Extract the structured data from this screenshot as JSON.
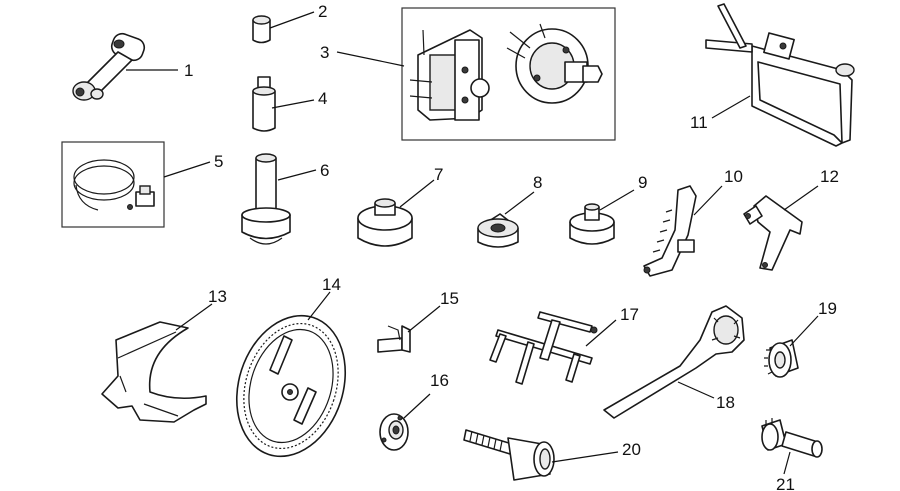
{
  "callouts": [
    "1",
    "2",
    "3",
    "4",
    "5",
    "6",
    "7",
    "8",
    "9",
    "10",
    "11",
    "12",
    "13",
    "14",
    "15",
    "16",
    "17",
    "18",
    "19",
    "20",
    "21"
  ],
  "parts": [
    {
      "id": "1"
    },
    {
      "id": "2"
    },
    {
      "id": "3"
    },
    {
      "id": "4"
    },
    {
      "id": "5"
    },
    {
      "id": "6"
    },
    {
      "id": "7"
    },
    {
      "id": "8"
    },
    {
      "id": "9"
    },
    {
      "id": "10"
    },
    {
      "id": "11"
    },
    {
      "id": "12"
    },
    {
      "id": "13"
    },
    {
      "id": "14"
    },
    {
      "id": "15"
    },
    {
      "id": "16"
    },
    {
      "id": "17"
    },
    {
      "id": "18"
    },
    {
      "id": "19"
    },
    {
      "id": "20"
    },
    {
      "id": "21"
    }
  ],
  "colors": {
    "line": "#1a1a1a",
    "background": "#ffffff"
  }
}
